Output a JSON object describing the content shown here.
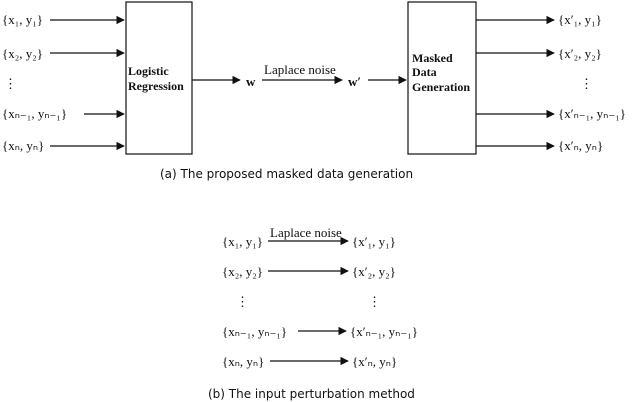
{
  "part_a": {
    "inputs": [
      "{x₁, y₁}",
      "{x₂, y₂}",
      "⋮",
      "{xₙ₋₁, yₙ₋₁}",
      "{xₙ, yₙ}"
    ],
    "box1_lines": [
      "Logistic",
      "Regression"
    ],
    "w_label": "w",
    "noise_label": "Laplace noise",
    "w_prime_label": "w′",
    "box2_lines": [
      "Masked",
      "Data",
      "Generation"
    ],
    "outputs": [
      "{x′₁, y₁}",
      "{x′₂, y₂}",
      "⋮",
      "{x′ₙ₋₁, yₙ₋₁}",
      "{x′ₙ, yₙ}"
    ],
    "caption": "(a) The proposed masked data generation"
  },
  "part_b": {
    "noise_label": "Laplace noise",
    "left": [
      "{x₁, y₁}",
      "{x₂, y₂}",
      "⋮",
      "{xₙ₋₁, yₙ₋₁}",
      "{xₙ, yₙ}"
    ],
    "right": [
      "{x′₁, y₁}",
      "{x′₂, y₂}",
      "⋮",
      "{x′ₙ₋₁, yₙ₋₁}",
      "{x′ₙ, yₙ}"
    ],
    "caption": "(b) The input perturbation method"
  }
}
